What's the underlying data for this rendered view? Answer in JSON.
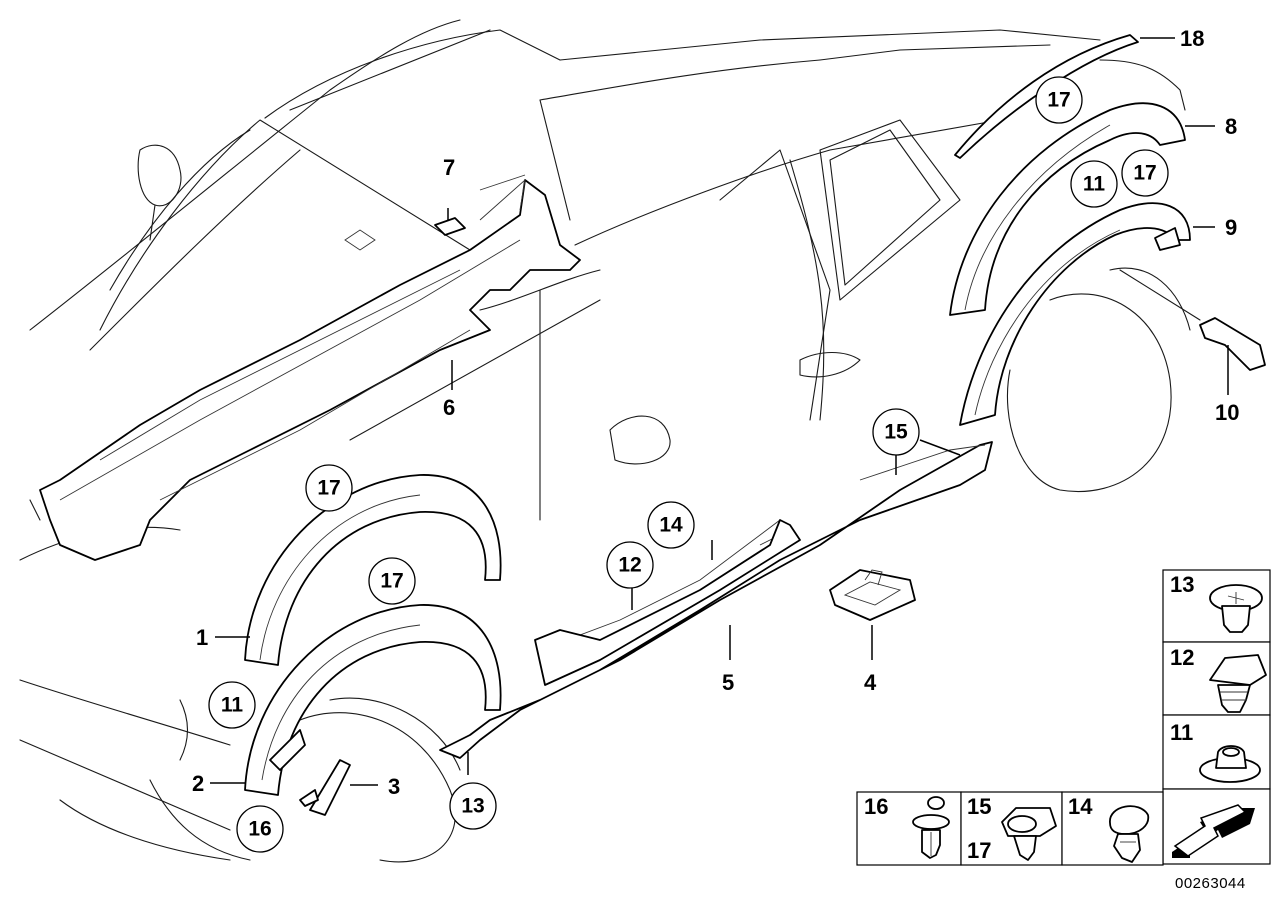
{
  "diagram": {
    "part_labels": {
      "p1": "1",
      "p2": "2",
      "p3": "3",
      "p4": "4",
      "p5": "5",
      "p6": "6",
      "p7": "7",
      "p8": "8",
      "p9": "9",
      "p10": "10"
    },
    "circled_labels": {
      "c17a": "17",
      "c17b": "17",
      "c17c": "17",
      "c17d": "17",
      "c11a": "11",
      "c11b": "11",
      "c16": "16",
      "c13": "13",
      "c12": "12",
      "c14": "14",
      "c15": "15"
    },
    "top_label": "18",
    "fastener_boxes": {
      "box13": "13",
      "box12": "12",
      "box11": "11",
      "box16": "16",
      "box15": "15",
      "box17": "17",
      "box14": "14"
    },
    "reference_number": "00263044"
  }
}
